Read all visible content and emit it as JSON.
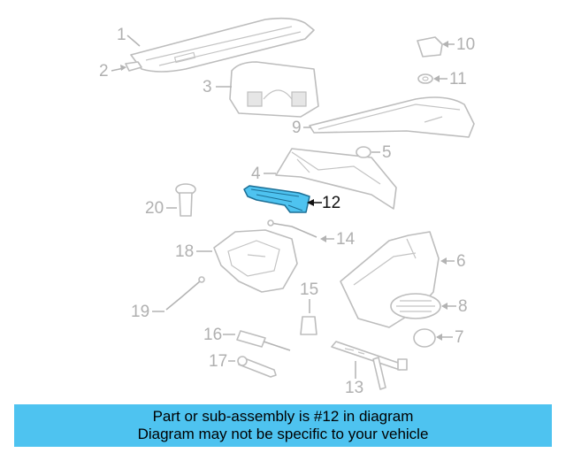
{
  "callouts": {
    "c1": "1",
    "c2": "2",
    "c3": "3",
    "c4": "4",
    "c5": "5",
    "c6": "6",
    "c7": "7",
    "c8": "8",
    "c9": "9",
    "c10": "10",
    "c11": "11",
    "c12": "12",
    "c13": "13",
    "c14": "14",
    "c15": "15",
    "c16": "16",
    "c17": "17",
    "c18": "18",
    "c19": "19",
    "c20": "20"
  },
  "highlighted_part": "12",
  "colors": {
    "highlight": "#4ec3f0",
    "banner": "#4ec3f0",
    "part_outline": "#bdbdbd"
  },
  "banner": {
    "line1": "Part or sub-assembly is #12 in diagram",
    "line2": "Diagram may not be specific to your vehicle"
  }
}
